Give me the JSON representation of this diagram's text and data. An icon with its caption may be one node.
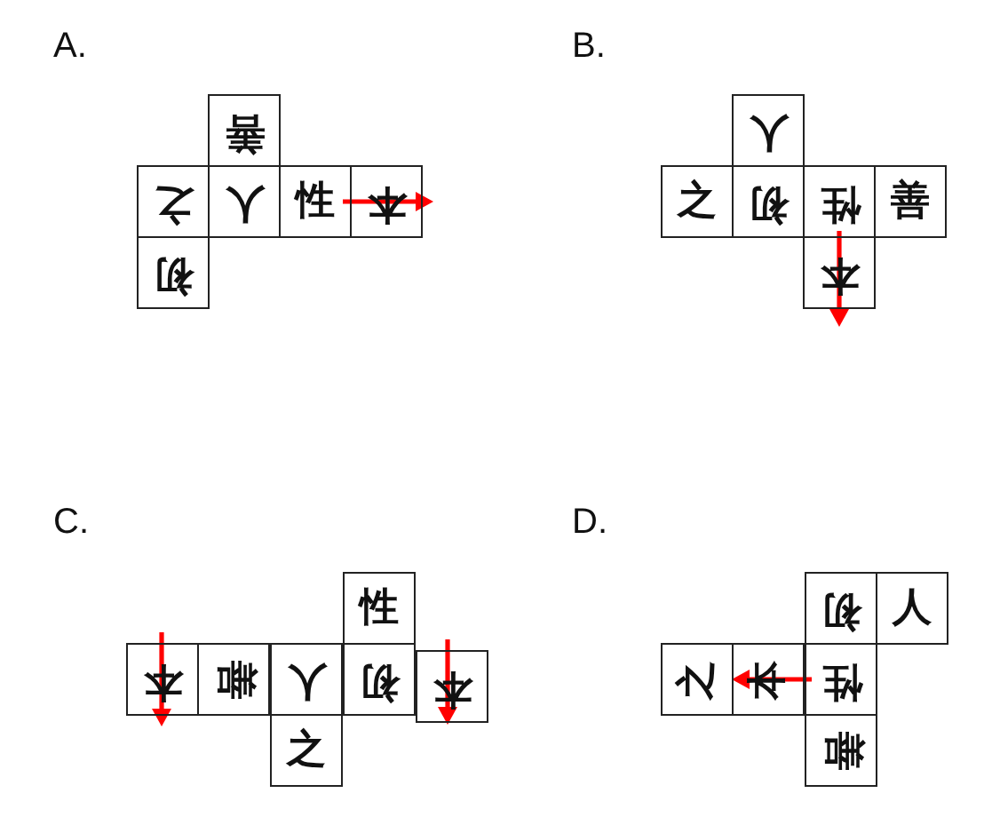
{
  "diagram": {
    "nodes": [
      {
        "text": [
          "善"
        ]
      },
      {
        "text": [
          "之"
        ]
      },
      {
        "text": [
          "人"
        ]
      },
      {
        "text": [
          "性"
        ]
      },
      {
        "text": [
          "本"
        ]
      },
      {
        "text": [
          "初"
        ]
      },
      {
        "text": [
          "人"
        ]
      },
      {
        "text": [
          "之"
        ]
      },
      {
        "text": [
          "初"
        ]
      },
      {
        "text": [
          "性"
        ]
      },
      {
        "text": [
          "善"
        ]
      },
      {
        "text": [
          "本"
        ]
      },
      {
        "text": [
          "性"
        ]
      },
      {
        "text": [
          "本"
        ]
      },
      {
        "text": [
          "善"
        ]
      },
      {
        "text": [
          "人"
        ]
      },
      {
        "text": [
          "初"
        ]
      },
      {
        "text": [
          "本"
        ]
      },
      {
        "text": [
          "之"
        ]
      },
      {
        "text": [
          "初"
        ]
      },
      {
        "text": [
          "人"
        ]
      },
      {
        "text": [
          "之"
        ]
      },
      {
        "text": [
          "本"
        ]
      },
      {
        "text": [
          "性"
        ]
      },
      {
        "text": [
          "善"
        ]
      }
    ],
    "edges": [
      {
        "from": 3,
        "to": 4,
        "arrow": "to"
      },
      {
        "from": 9,
        "to": 11,
        "arrow": "to"
      },
      {
        "from": 23,
        "to": 22,
        "arrow": "to"
      }
    ],
    "labels": [
      "A.",
      "B.",
      "C.",
      "D."
    ]
  }
}
